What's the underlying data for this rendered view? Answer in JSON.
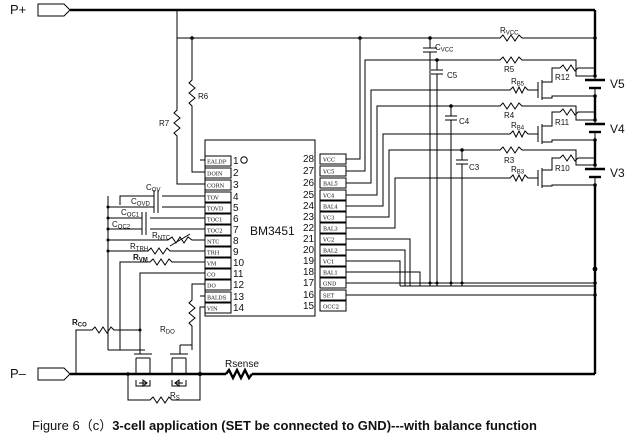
{
  "terminals": {
    "p_plus": "P+",
    "p_minus": "P–"
  },
  "ic": {
    "name": "BM3451",
    "left_pins": [
      {
        "num": "1",
        "name": "EALDP"
      },
      {
        "num": "2",
        "name": "DOIN"
      },
      {
        "num": "3",
        "name": "CORN"
      },
      {
        "num": "4",
        "name": "TOV"
      },
      {
        "num": "5",
        "name": "TOVD"
      },
      {
        "num": "6",
        "name": "TOC1"
      },
      {
        "num": "7",
        "name": "TOC2"
      },
      {
        "num": "8",
        "name": "NTC"
      },
      {
        "num": "9",
        "name": "TRH"
      },
      {
        "num": "10",
        "name": "VM"
      },
      {
        "num": "11",
        "name": "CO"
      },
      {
        "num": "12",
        "name": "DO"
      },
      {
        "num": "13",
        "name": "BALDS"
      },
      {
        "num": "14",
        "name": "VIN"
      }
    ],
    "right_pins": [
      {
        "num": "28",
        "name": "VCC"
      },
      {
        "num": "27",
        "name": "VC5"
      },
      {
        "num": "26",
        "name": "BAL5"
      },
      {
        "num": "25",
        "name": "VC4"
      },
      {
        "num": "24",
        "name": "BAL4"
      },
      {
        "num": "23",
        "name": "VC3"
      },
      {
        "num": "22",
        "name": "BAL3"
      },
      {
        "num": "21",
        "name": "VC2"
      },
      {
        "num": "20",
        "name": "BAL2"
      },
      {
        "num": "19",
        "name": "VC1"
      },
      {
        "num": "18",
        "name": "BAL1"
      },
      {
        "num": "17",
        "name": "GND"
      },
      {
        "num": "16",
        "name": "SET"
      },
      {
        "num": "15",
        "name": "OCC2"
      }
    ]
  },
  "labels": {
    "r7": "R7",
    "r6": "R6",
    "cvcc": "C",
    "cvcc_sub": "VCC",
    "rvcc": "R",
    "rvcc_sub": "VCC",
    "c5": "C5",
    "c4": "C4",
    "c3": "C3",
    "r5": "R5",
    "r4": "R4",
    "r3": "R3",
    "rb5": "R",
    "rb5_sub": "B5",
    "rb4": "R",
    "rb4_sub": "B4",
    "rb3": "R",
    "rb3_sub": "B3",
    "r12": "R12",
    "r11": "R11",
    "r10": "R10",
    "v5": "V5",
    "v4": "V4",
    "v3": "V3",
    "cov": "C",
    "cov_sub": "OV",
    "covd": "C",
    "covd_sub": "OVD",
    "coc1": "C",
    "coc1_sub": "OC1",
    "coc2": "C",
    "coc2_sub": "OC2",
    "rntc": "R",
    "rntc_sub": "NTC",
    "rtrh": "R",
    "rtrh_sub": "TRH",
    "rvm": "R",
    "rvm_sub": "VM",
    "rco": "R",
    "rco_sub": "CO",
    "rdo": "R",
    "rdo_sub": "DO",
    "rsense": "Rsense",
    "rs": "R",
    "rs_sub": "S"
  },
  "caption": {
    "prefix": "Figure 6（c）",
    "bold": "3-cell application (SET be connected to GND)---with balance function"
  }
}
